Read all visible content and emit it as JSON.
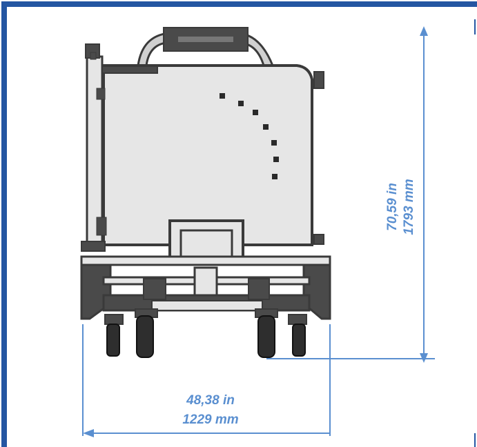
{
  "colors": {
    "frame": "#2456a2",
    "dimension": "#5a8fd0",
    "body": "#e6e6e6",
    "outline": "#3a3a3a",
    "dark": "#4a4a4a",
    "wheel": "#2e2e2e"
  },
  "dimensions": {
    "height_in": "70,59 in",
    "height_mm": "1793 mm",
    "width_in": "48,38 in",
    "width_mm": "1229 mm"
  },
  "icons": {
    "frame": "diagram-frame",
    "machine": "cart-machine-front-view",
    "arrow": "dimension-arrow"
  }
}
